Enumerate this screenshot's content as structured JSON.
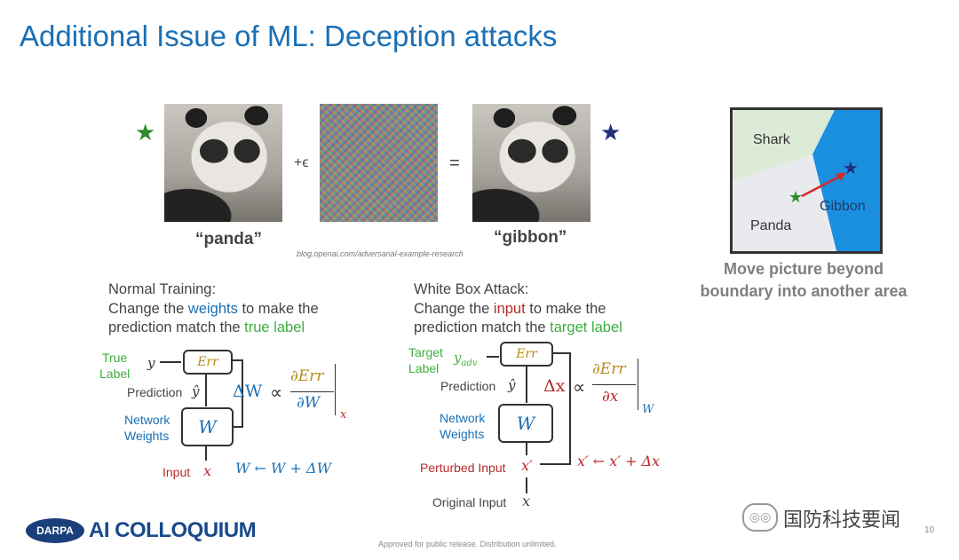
{
  "slide": {
    "title": "Additional Issue of ML: Deception attacks",
    "page_number": "10",
    "footer": "Approved for public release. Distribution unlimited."
  },
  "images": {
    "plus_op": "+ϵ",
    "eq_op": "=",
    "label_left": "“panda”",
    "label_right": "“gibbon”",
    "source": "blog.openai.com/adversarial-example-research",
    "star_left_color": "#2e8b2e",
    "star_right_color": "#1f2f7a"
  },
  "map": {
    "regions": [
      "Shark",
      "Gibbon",
      "Panda"
    ],
    "caption_line1": "Move picture beyond",
    "caption_line2": "boundary into another area"
  },
  "normal": {
    "heading_l1": "Normal Training:",
    "heading_l2a": "Change the ",
    "heading_l2b": "weights",
    "heading_l2c": " to make the",
    "heading_l3a": "prediction match the ",
    "heading_l3b": "true label",
    "true_label_l1": "True",
    "true_label_l2": "Label",
    "y": "y",
    "err": "Err",
    "prediction": "Prediction",
    "yhat": "ŷ",
    "network_l1": "Network",
    "network_l2": "Weights",
    "w": "W",
    "delta_w": "ΔW",
    "prop": "∝",
    "num": "∂Err",
    "den": "∂W",
    "sub": "x",
    "input": "Input",
    "x": "x",
    "update": "W ← W + ΔW"
  },
  "whitebox": {
    "heading_l1": "White Box Attack:",
    "heading_l2a": "Change the ",
    "heading_l2b": "input",
    "heading_l2c": " to make the",
    "heading_l3a": "prediction match the ",
    "heading_l3b": "target label",
    "target_l1": "Target",
    "target_l2": "Label",
    "yadv": "y",
    "yadv_sub": "adv",
    "err": "Err",
    "prediction": "Prediction",
    "yhat": "ŷ",
    "network_l1": "Network",
    "network_l2": "Weights",
    "w": "W",
    "delta_x": "Δx",
    "prop": "∝",
    "num": "∂Err",
    "den": "∂x",
    "sub": "W",
    "perturbed": "Perturbed Input",
    "xprime": "x′",
    "update": "x′ ← x′ + Δx",
    "original": "Original Input",
    "x": "x"
  },
  "logos": {
    "darpa": "DARPA",
    "colloquium": "AI COLLOQUIUM",
    "watermark": "国防科技要闻"
  }
}
